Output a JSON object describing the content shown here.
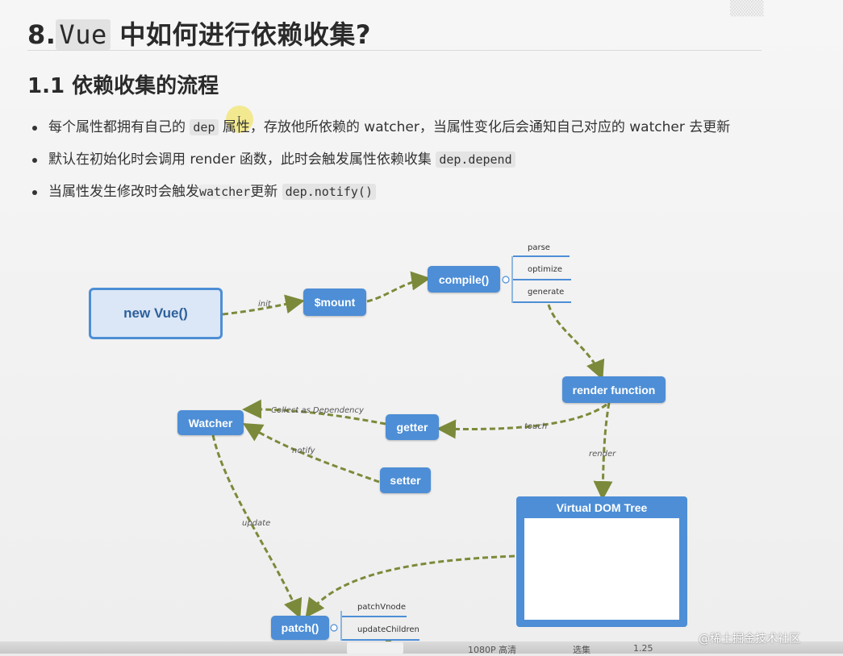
{
  "doc": {
    "h1_prefix": "8.",
    "h1_code": "Vue",
    "h1_suffix": " 中如何进行依赖收集?",
    "h2": "1.1 依赖收集的流程",
    "bullet1_a": "每个属性都拥有自己的 ",
    "bullet1_code": "dep",
    "bullet1_b": " 属性，存放他所依赖的 watcher，当属性变化后会通知自己对应的 watcher 去更新",
    "bullet2_a": "默认在初始化时会调用 render 函数，此时会触发属性依赖收集 ",
    "bullet2_code": "dep.depend",
    "bullet3_a": "当属性发生修改时会触发",
    "bullet3_code1": "watcher",
    "bullet3_b": "更新 ",
    "bullet3_code2": "dep.notify()"
  },
  "diagram": {
    "nodes": {
      "new_vue": "new Vue()",
      "mount": "$mount",
      "compile": "compile()",
      "render_function": "render function",
      "getter": "getter",
      "setter": "setter",
      "watcher": "Watcher",
      "vdom": "Virtual DOM Tree",
      "patch": "patch()"
    },
    "compile_children": [
      "parse",
      "optimize",
      "generate"
    ],
    "patch_children": [
      "patchVnode",
      "updateChildren"
    ],
    "edges": {
      "init": "init",
      "touch": "touch",
      "collect": "Collect as Dependency",
      "notify": "notify",
      "render": "render",
      "update": "update"
    },
    "colors": {
      "node": "#4d8ed6",
      "arrow": "#7b8a3a",
      "tree_node": "#2fae84"
    }
  },
  "watermark": "@稀土掘金技术社区",
  "bottom_bar": {
    "left_text": "1080P 高清",
    "mid_text": "选集",
    "right_text": "1.25"
  }
}
